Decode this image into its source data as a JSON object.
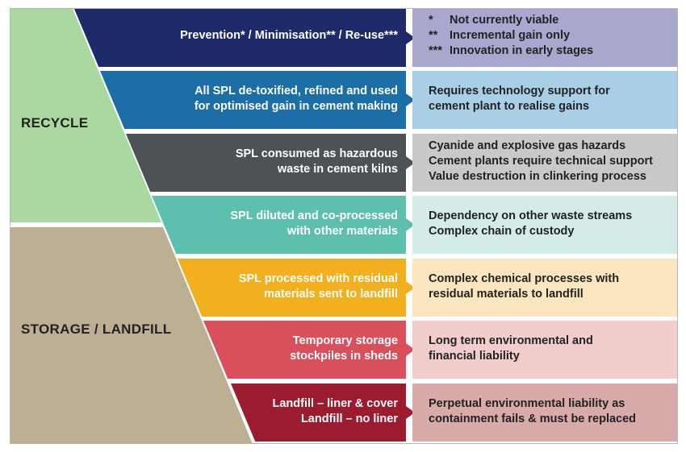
{
  "sections": {
    "recycle_label": "RECYCLE",
    "storage_label": "STORAGE / LANDFILL"
  },
  "rows": [
    {
      "label_lines": [
        "Prevention* / Minimisation** / Re-use***"
      ],
      "legend": [
        {
          "symbol": "*",
          "text": "Not currently viable"
        },
        {
          "symbol": "**",
          "text": "Incremental gain only"
        },
        {
          "symbol": "***",
          "text": "Innovation in early stages"
        }
      ],
      "color": "#1f2a6b",
      "note_color": "#a8a8cf"
    },
    {
      "label_lines": [
        "All SPL de-toxified, refined and used",
        "for optimised gain in cement making"
      ],
      "note_lines": [
        "Requires technology support for",
        "cement plant to realise gains"
      ],
      "color": "#1b6ea6",
      "note_color": "#a9cfe6"
    },
    {
      "label_lines": [
        "SPL consumed as hazardous",
        "waste in cement kilns"
      ],
      "note_lines": [
        "Cyanide and explosive gas hazards",
        "Cement plants require technical support",
        "Value destruction in clinkering process"
      ],
      "color": "#4d5256",
      "note_color": "#c7c9ca"
    },
    {
      "label_lines": [
        "SPL diluted and co-processed",
        "with other materials"
      ],
      "note_lines": [
        "Dependency on other waste streams",
        "Complex chain of custody"
      ],
      "color": "#5dbfae",
      "note_color": "#d3ecea"
    },
    {
      "label_lines": [
        "SPL processed with residual",
        "materials sent to landfill"
      ],
      "note_lines": [
        "Complex chemical processes with",
        "residual materials to landfill"
      ],
      "color": "#f2b01e",
      "note_color": "#fbe6c0"
    },
    {
      "label_lines": [
        "Temporary storage",
        "stockpiles in sheds"
      ],
      "note_lines": [
        "Long term environmental and",
        "financial liability"
      ],
      "color": "#d94f5c",
      "note_color": "#f3cdcc"
    },
    {
      "label_lines": [
        "Landfill – liner & cover",
        "Landfill – no liner"
      ],
      "note_lines": [
        "Perpetual environmental liability as",
        "containment fails & must be replaced"
      ],
      "color": "#9b1b2f",
      "note_color": "#d9aaaa"
    }
  ],
  "colors": {
    "recycle_fill": "#a9d8a0",
    "storage_fill": "#bdae94"
  }
}
